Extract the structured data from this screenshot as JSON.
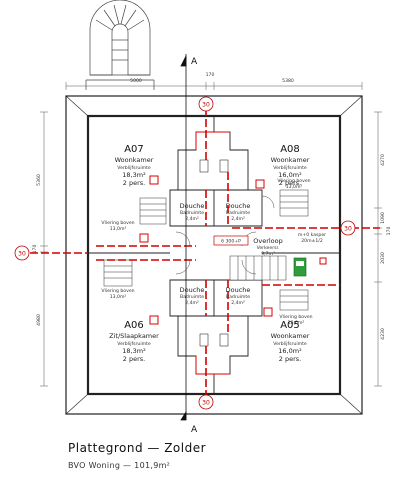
{
  "plan": {
    "title": "Plattegrond  —  Zolder",
    "subtitle": "BVO Woning  —  101,9m²"
  },
  "section_markers": {
    "top": "A",
    "bottom": "A"
  },
  "dimensions": {
    "top_left": "5000",
    "top_mid": "170",
    "top_right": "5380",
    "left_upper": "5360",
    "left_mid": "170",
    "left_lower": "4980",
    "right_upper": "4270",
    "right_mid1": "1090",
    "right_mid2": "170",
    "right_mid3": "2030",
    "right_lower": "4230"
  },
  "grid_markers": {
    "top": "30",
    "left": "30",
    "right": "30",
    "bottom": "30"
  },
  "rooms": {
    "a07": {
      "code": "A07",
      "name": "Woonkamer",
      "desc": "Verblijfsruimte",
      "area": "18,3m²",
      "persons": "2 pers."
    },
    "a08": {
      "code": "A08",
      "name": "Woonkamer",
      "desc": "Verblijfsruimte",
      "area": "16,0m²",
      "persons": "2 pers."
    },
    "a06": {
      "code": "A06",
      "name": "Zit/Slaapkamer",
      "desc": "Verblijfsruimte",
      "area": "18,3m²",
      "persons": "2 pers."
    },
    "a05": {
      "code": "A05",
      "name": "Woonkamer",
      "desc": "Verblijfsruimte",
      "area": "16,0m²",
      "persons": "2 pers."
    }
  },
  "bathrooms": {
    "tl": {
      "name": "Douche",
      "desc": "Badruimte",
      "area": "2,4m²"
    },
    "tr": {
      "name": "Douche",
      "desc": "Badruimte",
      "area": "2,4m²"
    },
    "bl": {
      "name": "Douche",
      "desc": "Badruimte",
      "area": "2,4m²"
    },
    "br": {
      "name": "Douche",
      "desc": "Badruimte",
      "area": "2,4m²"
    }
  },
  "lofts": {
    "tl": {
      "label": "Vliering boven",
      "area": "13,0m²"
    },
    "tr": {
      "label": "Vliering boven",
      "area": "13,0m²"
    },
    "bl": {
      "label": "Vliering boven",
      "area": "13,0m²"
    },
    "br": {
      "label": "Vliering boven",
      "area": "13,0m²"
    }
  },
  "landing": {
    "name": "Overloop",
    "desc": "Verkeersr.",
    "area": "9,7m²"
  },
  "meter": "6 300+P",
  "kasper": {
    "label": "m+0 kasper",
    "size": "20m±1/2"
  }
}
